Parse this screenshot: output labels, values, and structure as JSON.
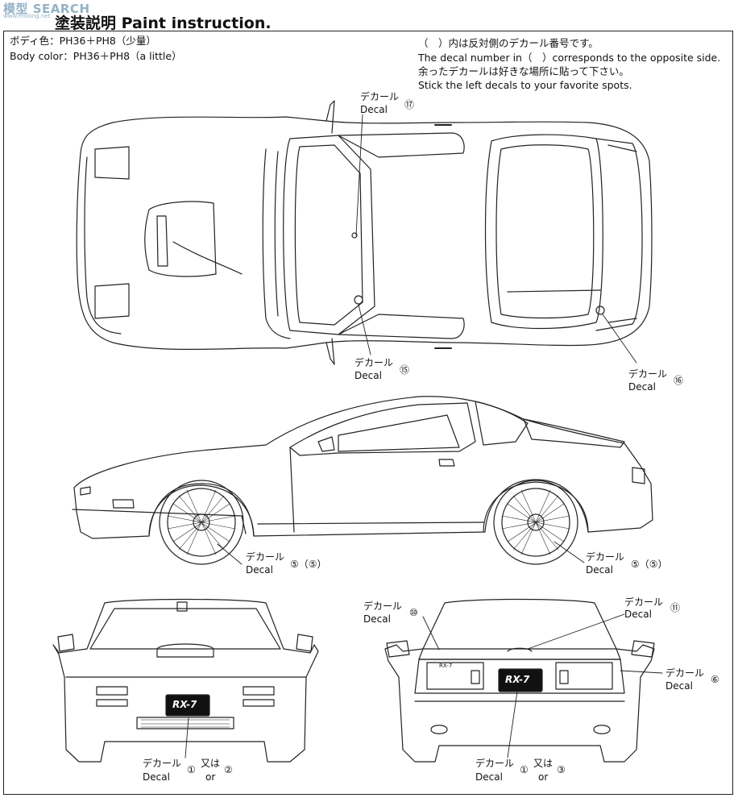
{
  "watermark": {
    "brand": "模型 SEARCH",
    "url": "www.moxing.net"
  },
  "title": "塗装説明 Paint instruction.",
  "body_color": {
    "jp": "ボディ色：PH36＋PH8（少量）",
    "en": "Body color：PH36＋PH8（a little）"
  },
  "notes": [
    "（　）内は反対側のデカール番号です。",
    "The decal number in（　）corresponds to the opposite side.",
    "余ったデカールは好きな場所に貼って下さい。",
    "Stick the left decals to your favorite spots."
  ],
  "decals": {
    "d17": {
      "jp": "デカール",
      "en": "Decal",
      "num": "⑰"
    },
    "d15": {
      "jp": "デカール",
      "en": "Decal",
      "num": "⑮"
    },
    "d16": {
      "jp": "デカール",
      "en": "Decal",
      "num": "⑯"
    },
    "d5_front": {
      "jp": "デカール",
      "en": "Decal",
      "num": "⑤（⑤）"
    },
    "d5_rear": {
      "jp": "デカール",
      "en": "Decal",
      "num": "⑤（⑤）"
    },
    "d10": {
      "jp": "デカール",
      "en": "Decal",
      "num": "⑩"
    },
    "d11": {
      "jp": "デカール",
      "en": "Decal",
      "num": "⑪"
    },
    "d6": {
      "jp": "デカール",
      "en": "Decal",
      "num": "⑥"
    },
    "d1_2": {
      "jp": "デカール",
      "en": "Decal",
      "num": "①",
      "jp_or": "又は",
      "en_or": "or",
      "num2": "②"
    },
    "d1_3": {
      "jp": "デカール",
      "en": "Decal",
      "num": "①",
      "jp_or": "又は",
      "en_or": "or",
      "num2": "③"
    }
  },
  "plates": {
    "front": "RX-7",
    "rear": "RX-7",
    "rear_badge": "RX-7"
  }
}
